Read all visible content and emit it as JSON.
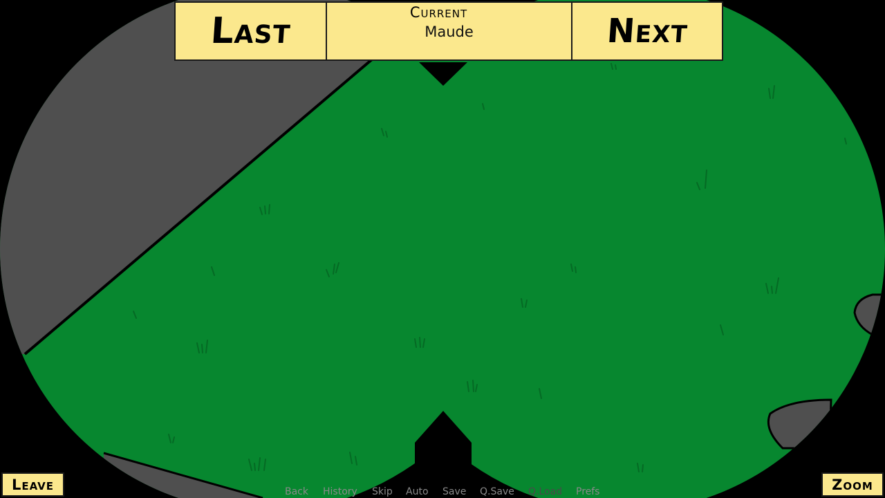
{
  "top_bar": {
    "last_label": "Last",
    "current_label": "Current",
    "current_name": "Maude",
    "next_label": "Next"
  },
  "corner_buttons": {
    "leave_label": "Leave",
    "zoom_label": "Zoom"
  },
  "quick_menu": {
    "back": "Back",
    "history": "History",
    "skip": "Skip",
    "auto": "Auto",
    "save": "Save",
    "qsave": "Q.Save",
    "qload": "Q.Load",
    "prefs": "Prefs"
  },
  "colors": {
    "grass": "#07872f",
    "road": "#4f4f4f",
    "button_fill": "#fbe88d",
    "vignette": "#000000"
  },
  "view": {
    "description": "binocular view",
    "icons": [
      "grass-tuft-icon",
      "rock-icon"
    ]
  }
}
